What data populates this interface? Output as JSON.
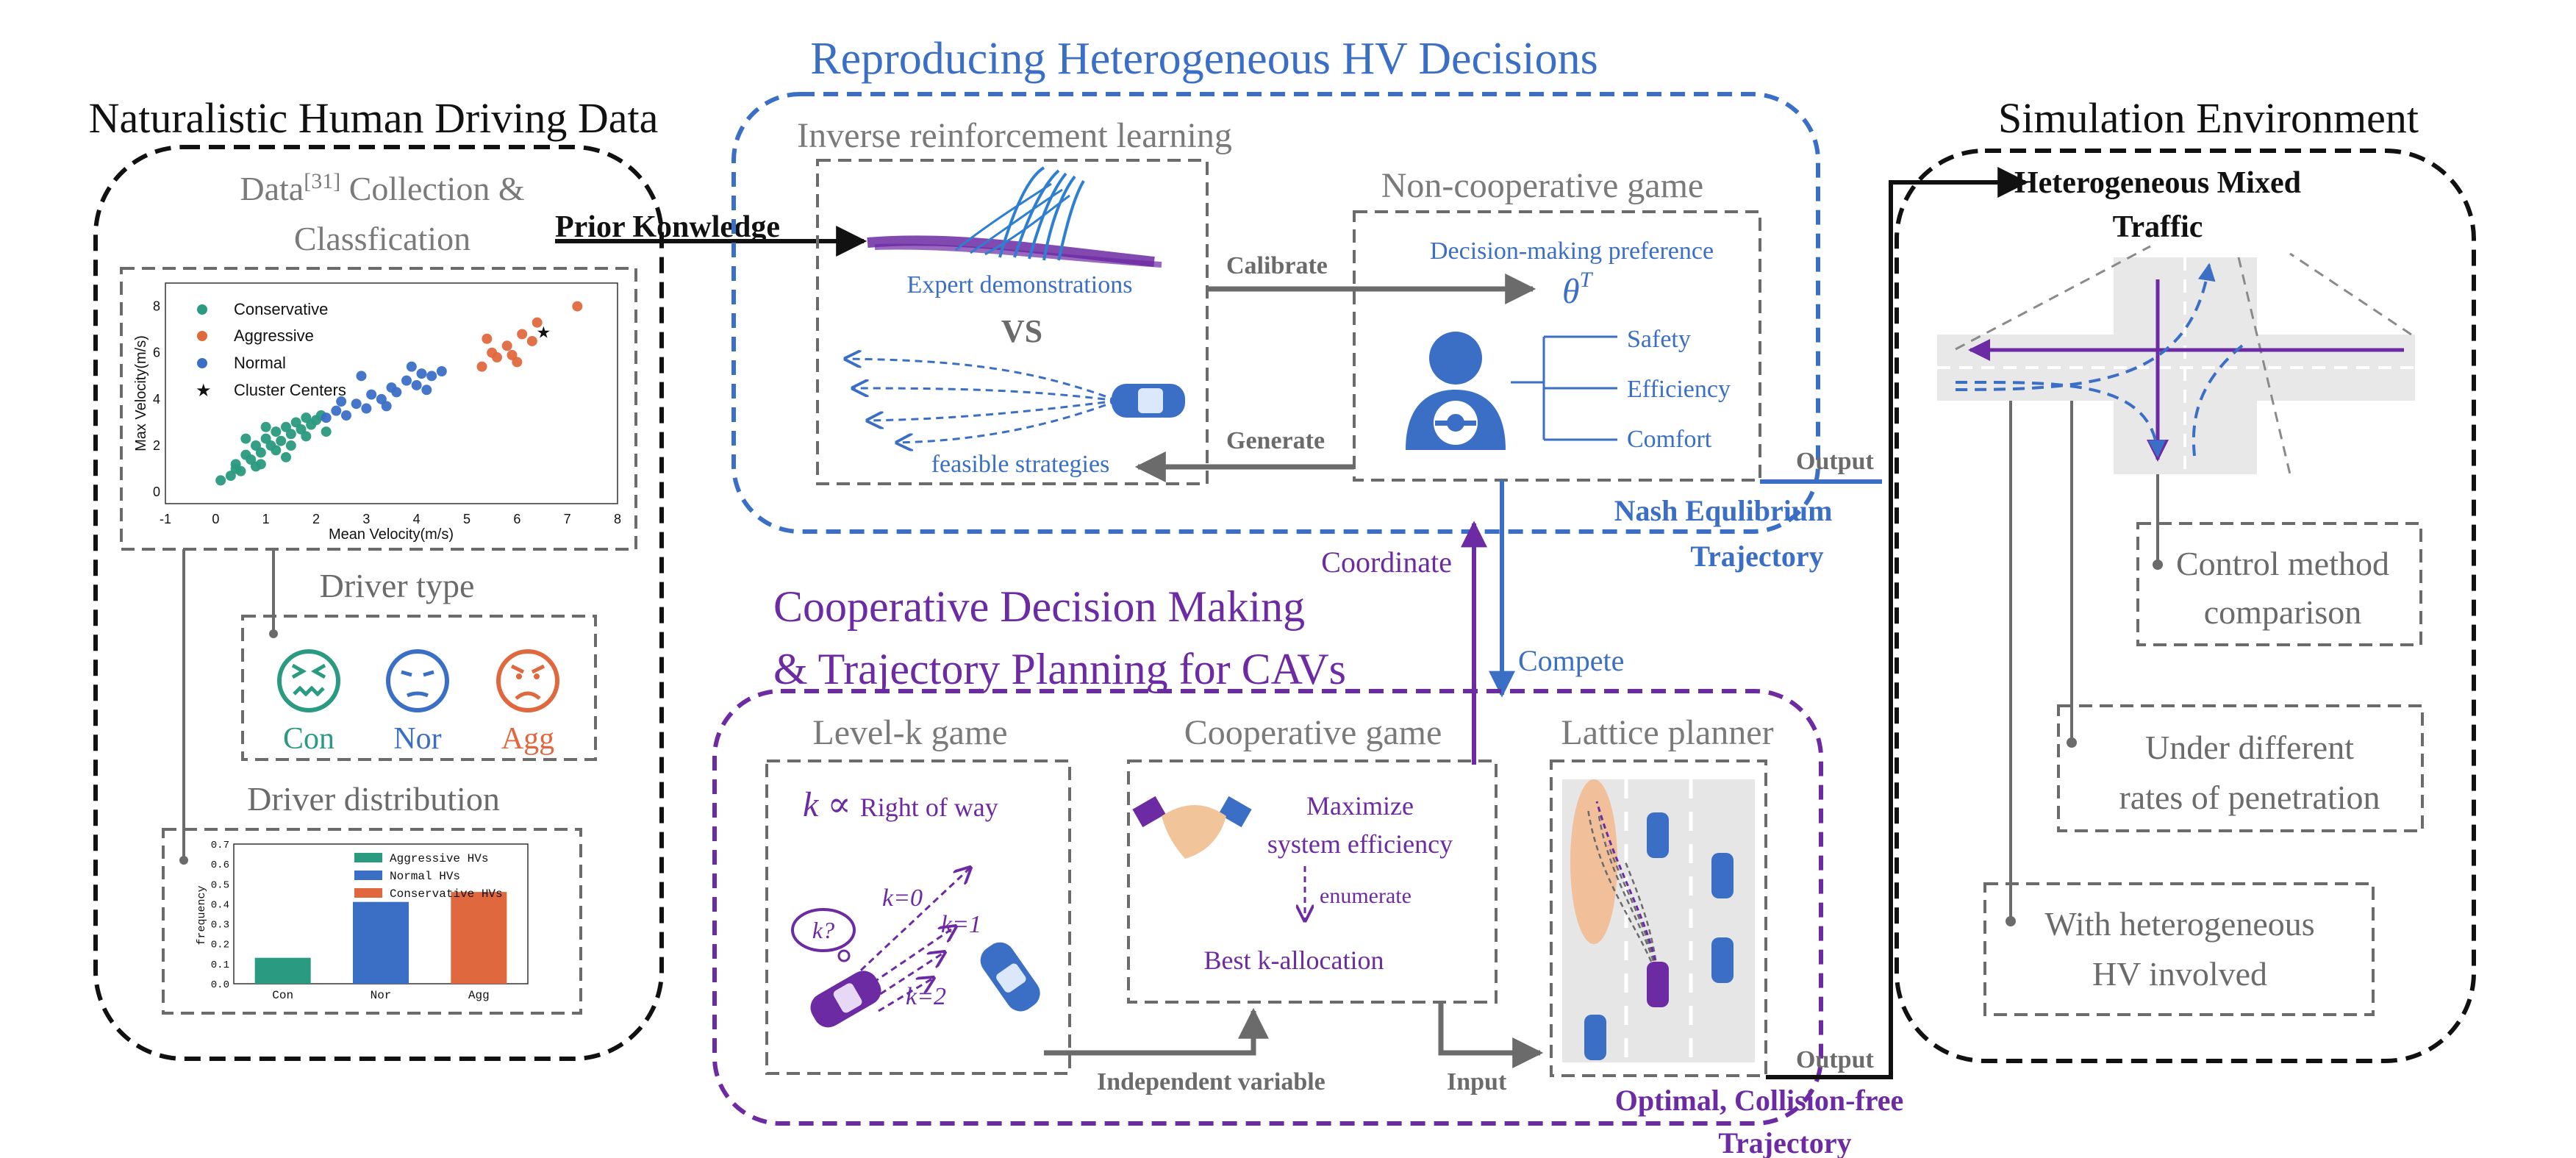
{
  "colors": {
    "blue": "#3b6fc6",
    "purple": "#6c2aa3",
    "gray": "#6b6b6b",
    "black": "#111111",
    "teal": "#2a9a80",
    "orange": "#e0683f",
    "skin": "#f2b78c"
  },
  "left": {
    "title": "Naturalistic Human Driving Data",
    "collection_pre": "Data",
    "collection_ref": "[31]",
    "collection_post": " Collection &",
    "collection_line2": "Classfication",
    "scatter": {
      "xlabel": "Mean Velocity(m/s)",
      "ylabel": "Max Velocity(m/s)",
      "legend": [
        "Conservative",
        "Aggressive",
        "Normal",
        "Cluster Centers"
      ],
      "xticks": [
        "-1",
        "0",
        "1",
        "2",
        "3",
        "4",
        "5",
        "6",
        "7",
        "8"
      ],
      "yticks": [
        "0",
        "2",
        "4",
        "6",
        "8"
      ]
    },
    "driver_type_title": "Driver type",
    "driver_types": [
      "Con",
      "Nor",
      "Agg"
    ],
    "distribution_title": "Driver distribution",
    "bar_chart": {
      "legend": [
        "Aggressive HVs",
        "Normal HVs",
        "Conservative HVs"
      ],
      "ylabel": "frequency",
      "categories": [
        "Con",
        "Nor",
        "Agg"
      ],
      "yticks": [
        "0.0",
        "0.1",
        "0.2",
        "0.3",
        "0.4",
        "0.5",
        "0.6",
        "0.7"
      ]
    }
  },
  "chart_data": [
    {
      "type": "scatter",
      "xlabel": "Mean Velocity(m/s)",
      "ylabel": "Max Velocity(m/s)",
      "xlim": [
        -1,
        8
      ],
      "ylim": [
        -0.5,
        9
      ],
      "series": [
        {
          "name": "Conservative",
          "color": "#2a9a80",
          "x": [
            0.1,
            0.3,
            0.4,
            0.5,
            0.6,
            0.7,
            0.8,
            0.9,
            1.0,
            1.1,
            1.2,
            1.3,
            1.4,
            1.5,
            1.6,
            1.7,
            1.8,
            1.9,
            2.0,
            0.6,
            0.9,
            1.2,
            1.5,
            1.8,
            2.1,
            0.4,
            1.0,
            1.4,
            2.2,
            0.8
          ],
          "y": [
            0.5,
            0.7,
            1.2,
            0.9,
            1.6,
            1.4,
            2.0,
            1.7,
            2.3,
            2.0,
            2.6,
            2.2,
            2.8,
            2.5,
            3.0,
            2.7,
            3.2,
            2.9,
            3.1,
            2.3,
            1.2,
            1.8,
            2.0,
            2.4,
            3.3,
            1.0,
            2.8,
            1.5,
            2.6,
            1.1
          ]
        },
        {
          "name": "Aggressive",
          "color": "#e0683f",
          "x": [
            5.3,
            5.5,
            5.6,
            5.8,
            5.9,
            6.1,
            6.3,
            6.4,
            7.2,
            5.4,
            6.0
          ],
          "y": [
            5.4,
            6.0,
            5.8,
            6.3,
            5.9,
            6.8,
            6.5,
            7.3,
            8.0,
            6.6,
            5.6
          ]
        },
        {
          "name": "Normal",
          "color": "#3b6fc6",
          "x": [
            2.2,
            2.4,
            2.6,
            2.8,
            3.0,
            3.1,
            3.3,
            3.5,
            3.6,
            3.8,
            4.0,
            4.1,
            4.3,
            4.5,
            2.9,
            3.4,
            3.9,
            2.5,
            4.2
          ],
          "y": [
            3.2,
            3.5,
            3.3,
            3.8,
            3.6,
            4.2,
            4.0,
            4.5,
            4.3,
            4.8,
            4.6,
            5.1,
            5.0,
            5.2,
            5.0,
            3.7,
            5.4,
            3.9,
            4.4
          ]
        },
        {
          "name": "Cluster Centers",
          "color": "#111111",
          "x": [
            6.5
          ],
          "y": [
            6.9
          ]
        }
      ]
    },
    {
      "type": "bar",
      "ylabel": "frequency",
      "categories": [
        "Con",
        "Nor",
        "Agg"
      ],
      "values": [
        0.13,
        0.41,
        0.46
      ],
      "colors": [
        "#2a9a80",
        "#3b6fc6",
        "#e0683f"
      ],
      "ylim": [
        0,
        0.7
      ],
      "legend": [
        "Aggressive HVs",
        "Normal HVs",
        "Conservative HVs"
      ]
    }
  ],
  "top": {
    "title": "Reproducing Heterogeneous HV Decisions",
    "irl_title": "Inverse reinforcement learning",
    "expert": "Expert demonstrations",
    "vs": "VS",
    "feasible": "feasible strategies",
    "calibrate": "Calibrate",
    "generate": "Generate",
    "ncg_title": "Non-cooperative game",
    "pref": "Decision-making preference",
    "theta": "θ",
    "theta_sup": "T",
    "prefs": [
      "Safety",
      "Efficiency",
      "Comfort"
    ],
    "output": "Output",
    "nash1": "Nash Equlibrium",
    "nash2": "Trajectory"
  },
  "middle": {
    "prior": "Prior Konwledge",
    "coordinate": "Coordinate",
    "compete": "Compete"
  },
  "bottom": {
    "title1": "Cooperative Decision Making",
    "title2": "& Trajectory Planning for CAVs",
    "levelk_title": "Level-k game",
    "k_sym": "k",
    "prop": " ∝ ",
    "row": "Right of way",
    "think": "k?",
    "k0": "k=0",
    "k1": "k=1",
    "k2": "k=2",
    "coop_title": "Cooperative game",
    "max1": "Maximize",
    "max2": "system efficiency",
    "enumerate": "enumerate",
    "best": "Best k-allocation",
    "indep": "Independent variable",
    "input": "Input",
    "lattice_title": "Lattice planner",
    "output": "Output",
    "opt1": "Optimal, Collision-free",
    "opt2": "Trajectory"
  },
  "right": {
    "title": "Simulation Environment",
    "hmt1": "Heterogeneous Mixed",
    "hmt2": "Traffic",
    "ctrl1": "Control method",
    "ctrl2": "comparison",
    "pen1": "Under different",
    "pen2": "rates of penetration",
    "het1": "With heterogeneous",
    "het2": "HV involved"
  }
}
